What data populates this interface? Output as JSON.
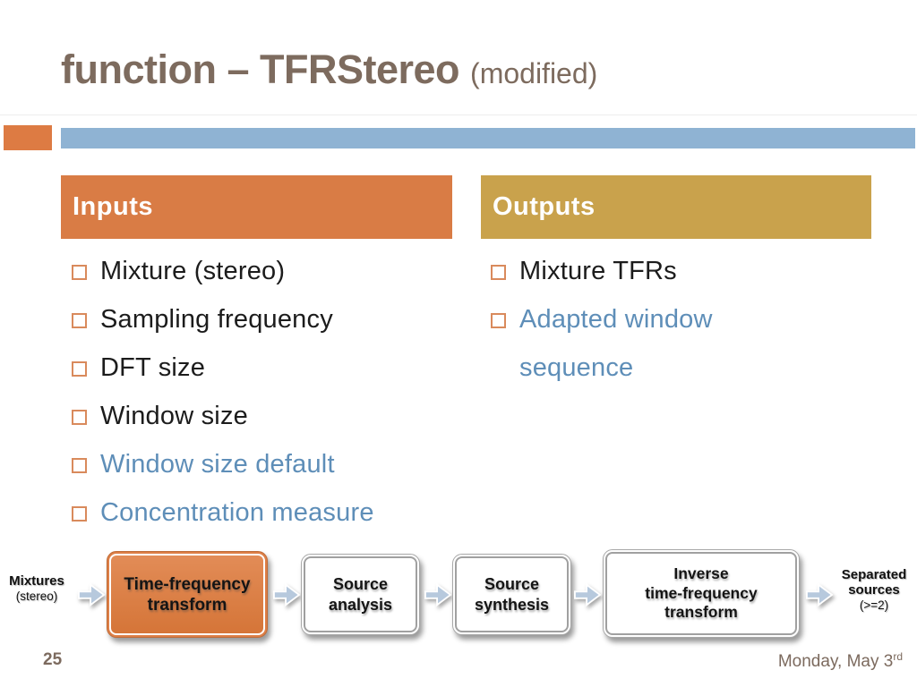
{
  "slide": {
    "title": "function – TFRStereo",
    "title_suffix": "(modified)",
    "page_number": "25",
    "date": "Monday, May 3",
    "date_ordinal": "rd"
  },
  "colors": {
    "title_brown": "#7d6b5e",
    "accent_orange": "#dd7b43",
    "accent_blue_bar": "#8fb3d3",
    "inputs_header_fill": "#d97c45",
    "outputs_header_fill": "#c9a24c",
    "body_text": "#1c1c1c",
    "emphasis_blue_text": "#5e8eb8",
    "bullet_outline_orange": "#d98a5c",
    "arrow_fill": "#b7c9dd",
    "highlighted_step_fill": "#dd7f47"
  },
  "inputs": {
    "header": "Inputs",
    "items": [
      {
        "label": "Mixture (stereo)",
        "emphasis": "dark"
      },
      {
        "label": "Sampling frequency",
        "emphasis": "dark"
      },
      {
        "label": "DFT size",
        "emphasis": "dark"
      },
      {
        "label": "Window size",
        "emphasis": "dark"
      },
      {
        "label": "Window size default",
        "emphasis": "blue"
      },
      {
        "label": "Concentration measure",
        "emphasis": "blue"
      }
    ]
  },
  "outputs": {
    "header": "Outputs",
    "items": [
      {
        "label": "Mixture TFRs",
        "emphasis": "dark"
      },
      {
        "label": "Adapted window sequence",
        "emphasis": "blue"
      }
    ]
  },
  "pipeline": {
    "input_label": {
      "line1": "Mixtures",
      "line2": "(stereo)"
    },
    "output_label": {
      "line1": "Separated",
      "line2": "sources",
      "line3": "(>=2)"
    },
    "steps": [
      {
        "highlighted": true,
        "lines": [
          "Time-frequency",
          "transform"
        ]
      },
      {
        "highlighted": false,
        "lines": [
          "Source",
          "analysis"
        ]
      },
      {
        "highlighted": false,
        "lines": [
          "Source",
          "synthesis"
        ]
      },
      {
        "highlighted": false,
        "lines": [
          "Inverse",
          "time-frequency",
          "transform"
        ]
      }
    ]
  }
}
